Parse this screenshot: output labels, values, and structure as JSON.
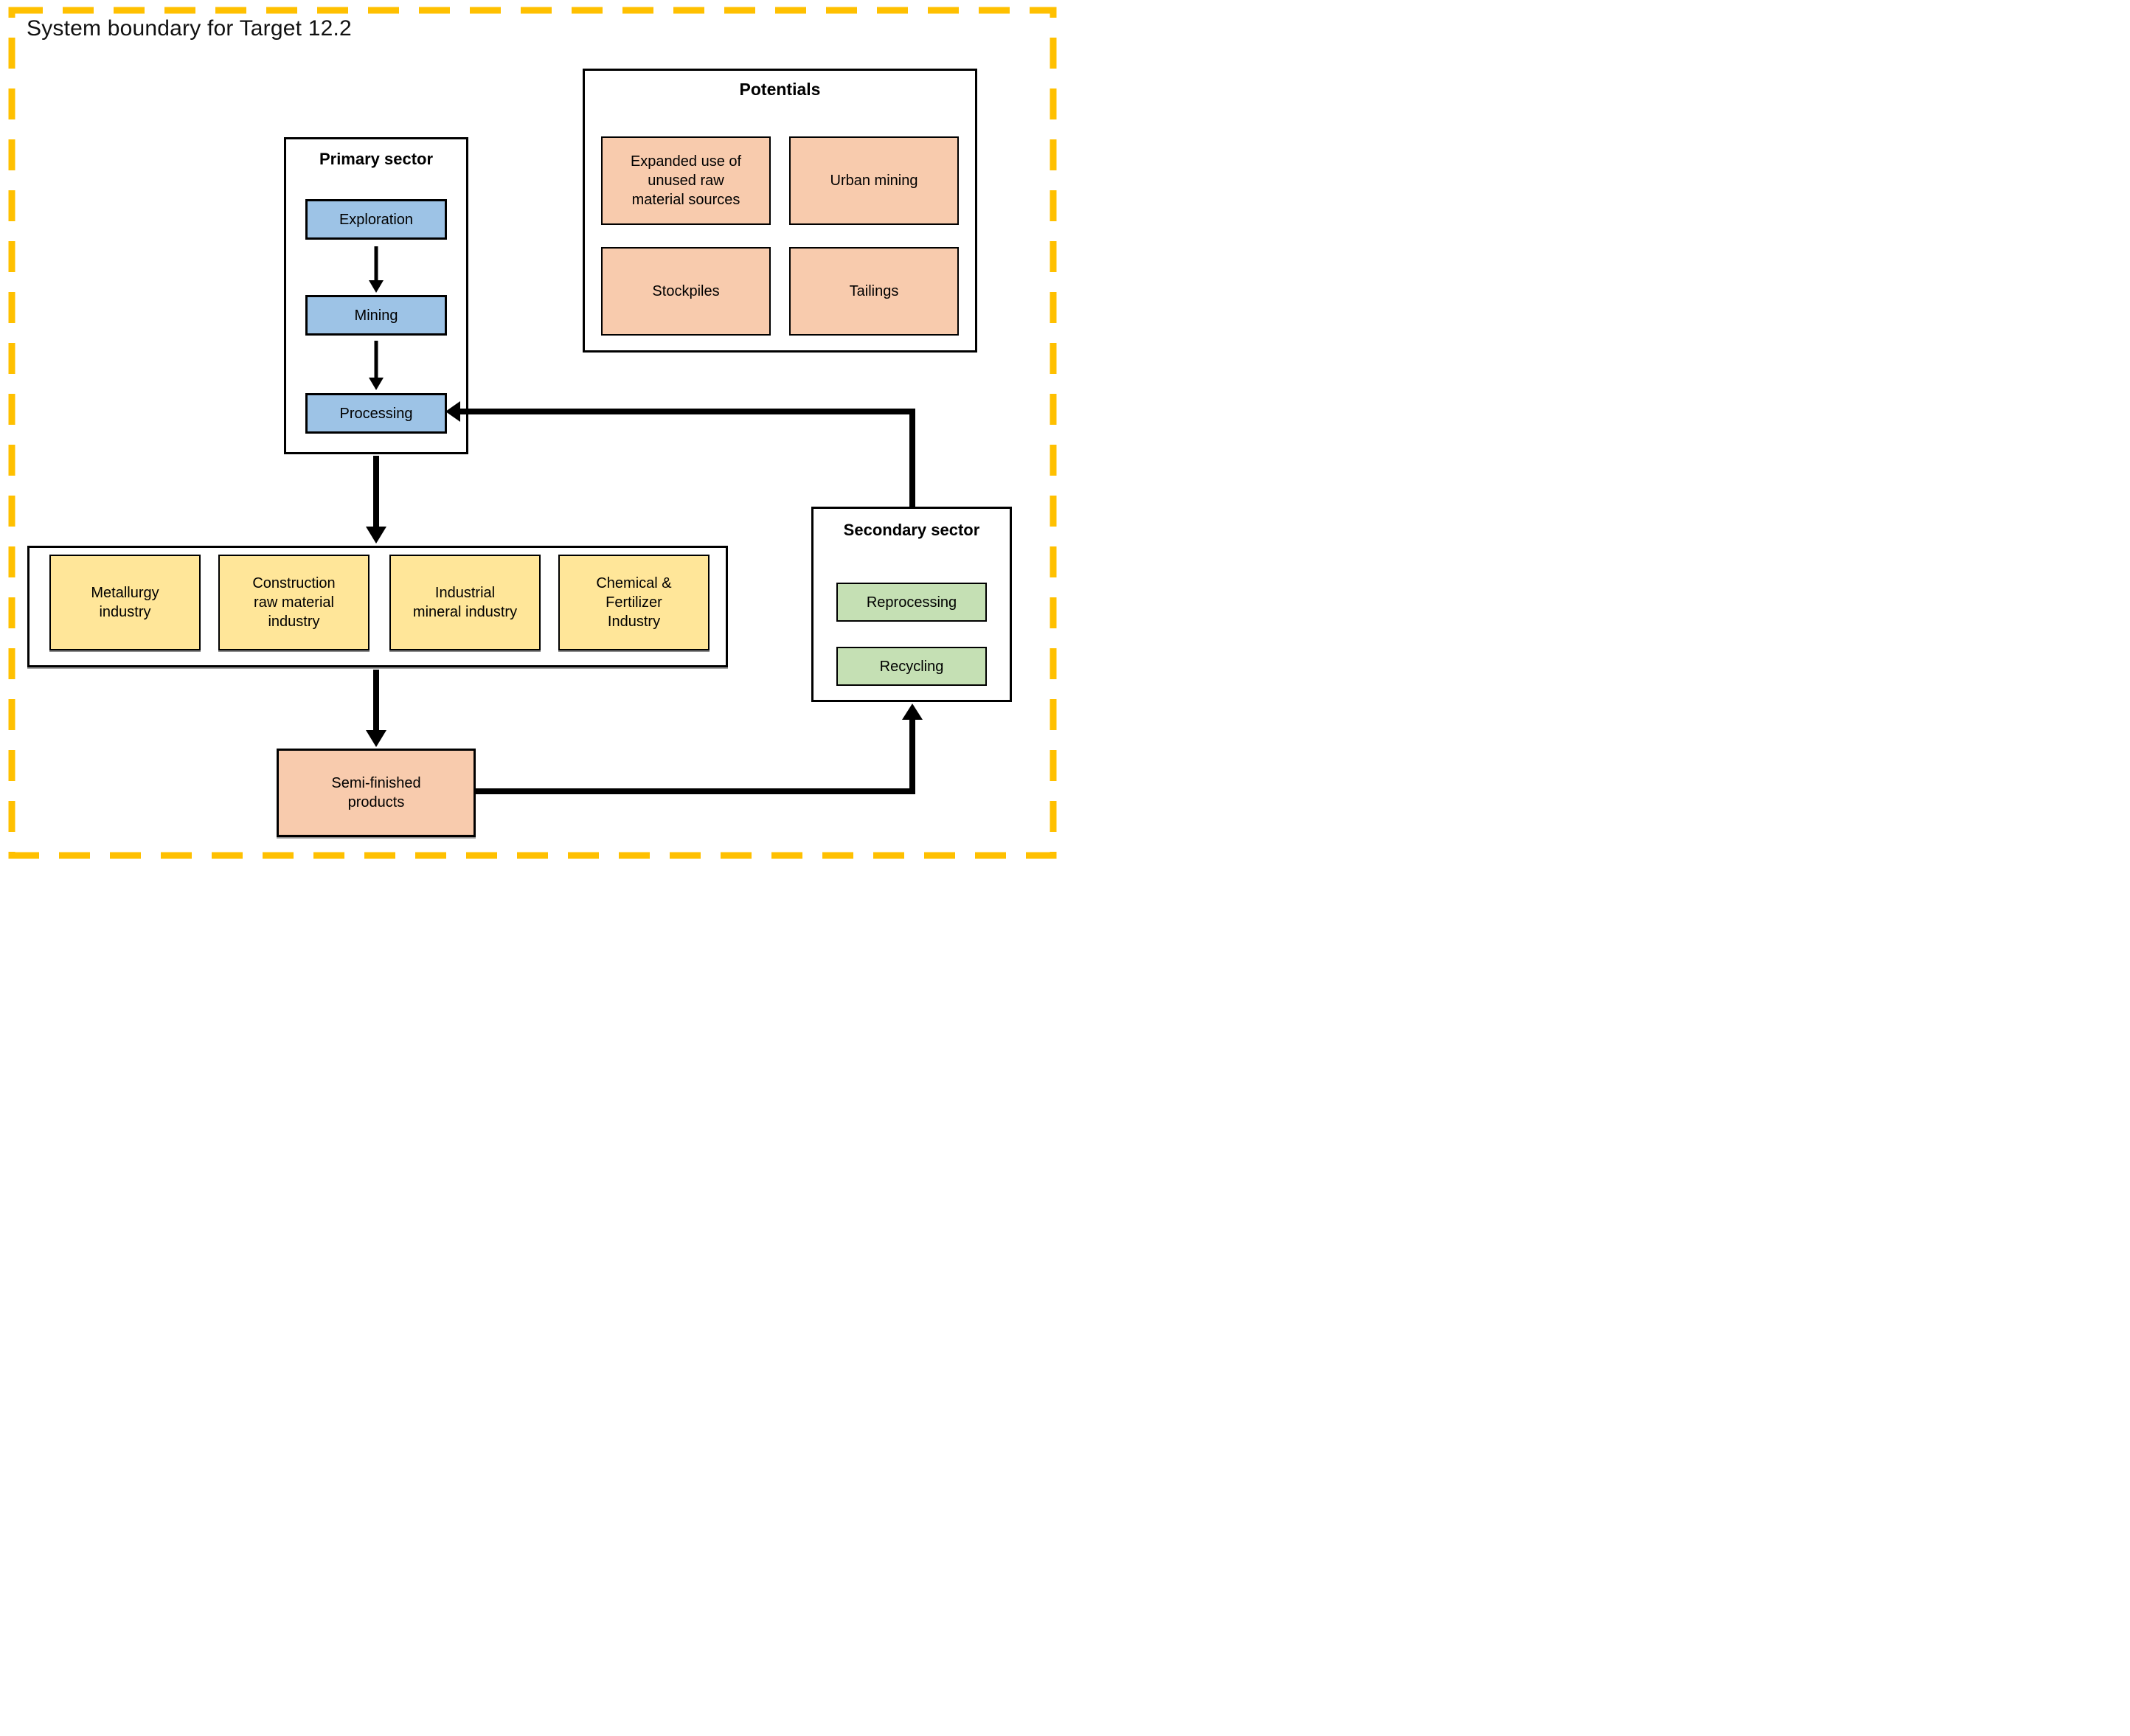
{
  "title": "System boundary for Target 12.2",
  "primary_sector": {
    "title": "Primary sector",
    "steps": [
      "Exploration",
      "Mining",
      "Processing"
    ]
  },
  "potentials": {
    "title": "Potentials",
    "items": [
      "Expanded use of unused raw material sources",
      "Urban mining",
      "Stockpiles",
      "Tailings"
    ]
  },
  "industries": {
    "items": [
      "Metallurgy industry",
      "Construction raw material industry",
      "Industrial mineral industry",
      "Chemical & Fertilizer Industry"
    ]
  },
  "semi_finished_products": {
    "label": "Semi-finished products"
  },
  "secondary_sector": {
    "title": "Secondary sector",
    "steps": [
      "Reprocessing",
      "Recycling"
    ]
  },
  "flows": [
    {
      "from": "Exploration",
      "to": "Mining"
    },
    {
      "from": "Mining",
      "to": "Processing"
    },
    {
      "from": "Primary sector",
      "to": "Industries"
    },
    {
      "from": "Industries",
      "to": "Semi-finished products"
    },
    {
      "from": "Semi-finished products",
      "to": "Secondary sector"
    },
    {
      "from": "Secondary sector",
      "to": "Processing"
    }
  ],
  "colors": {
    "boundary_dash": "#FFC000",
    "primary_step_fill": "#9DC3E6",
    "potential_fill": "#F8CBAD",
    "industry_fill": "#FFE699",
    "secondary_step_fill": "#C5E0B4",
    "semi_finished_fill": "#F8CBAD",
    "connector": "#000000"
  }
}
